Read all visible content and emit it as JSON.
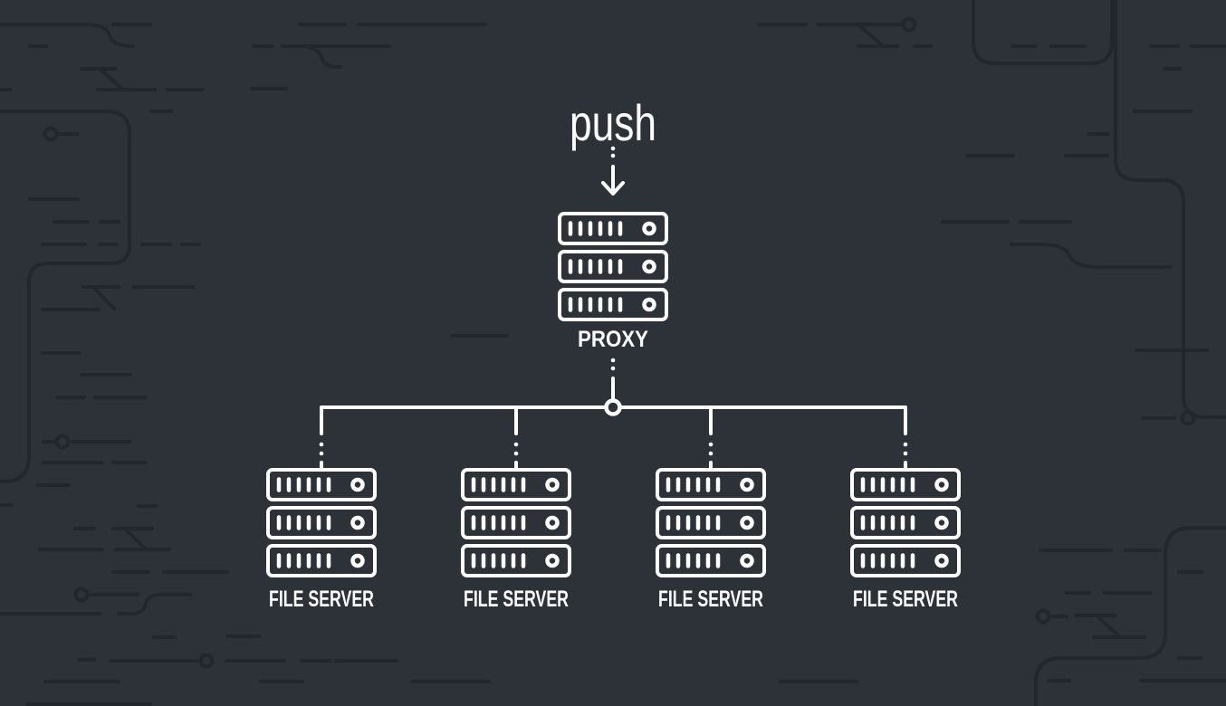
{
  "colors": {
    "background": "#2d3138",
    "pattern_line": "#22262d",
    "foreground": "#ffffff"
  },
  "diagram": {
    "push_label": "push",
    "proxy": {
      "label": "PROXY"
    },
    "file_servers": [
      {
        "label": "FILE SERVER"
      },
      {
        "label": "FILE SERVER"
      },
      {
        "label": "FILE SERVER"
      },
      {
        "label": "FILE SERVER"
      }
    ],
    "connections": [
      "push -> PROXY",
      "PROXY -> FILE SERVER 1",
      "PROXY -> FILE SERVER 2",
      "PROXY -> FILE SERVER 3",
      "PROXY -> FILE SERVER 4"
    ]
  }
}
